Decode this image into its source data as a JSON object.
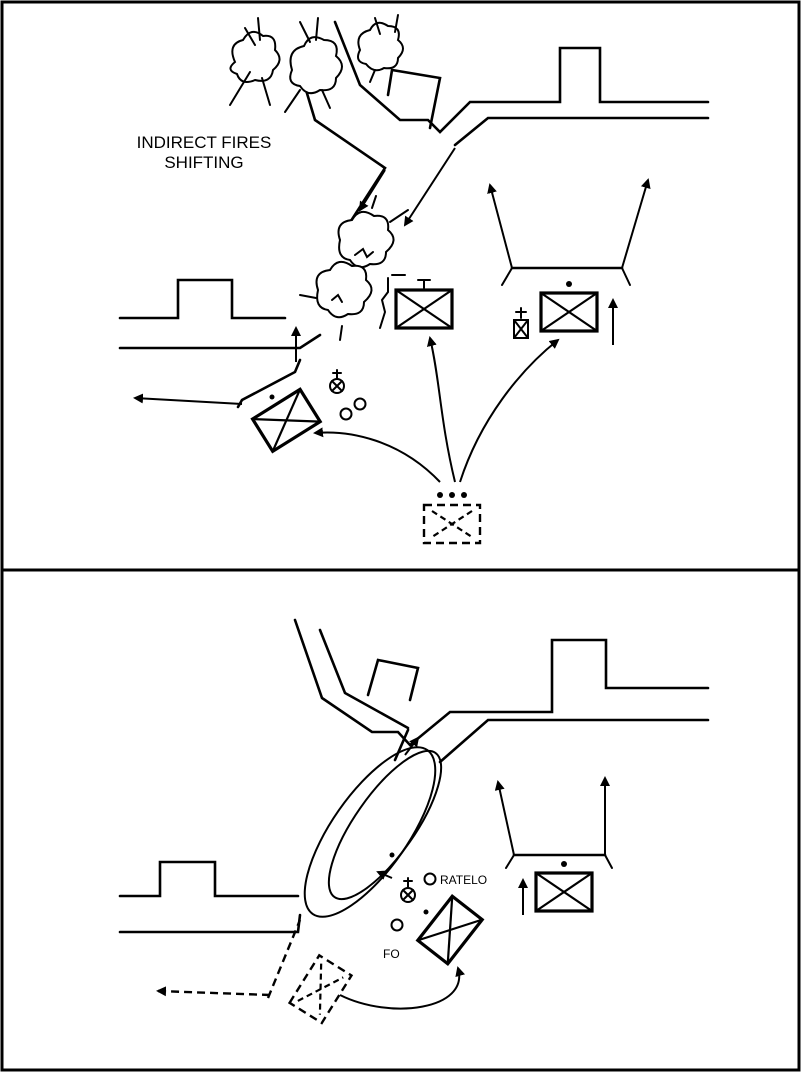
{
  "panel_top": {
    "label_line1": "INDIRECT FIRES",
    "label_line2": "SHIFTING"
  },
  "panel_bottom": {
    "label_ratelo": "RATELO",
    "label_fo": "FO"
  },
  "colors": {
    "ink": "#000000",
    "background": "#ffffff"
  },
  "icons": [
    "infantry-unit-symbol",
    "artillery-burst-icon",
    "observer-symbol",
    "arrow-icon"
  ]
}
